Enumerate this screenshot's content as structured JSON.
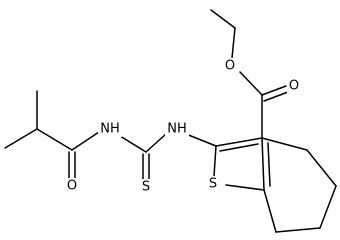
{
  "figure": {
    "atoms": {
      "ester_o_top": "O",
      "ester_o_carbonyl": "O",
      "nh_left": "NH",
      "nh_right": "NH",
      "amide_o": "O",
      "thione_s": "S",
      "ring_s": "S"
    }
  }
}
